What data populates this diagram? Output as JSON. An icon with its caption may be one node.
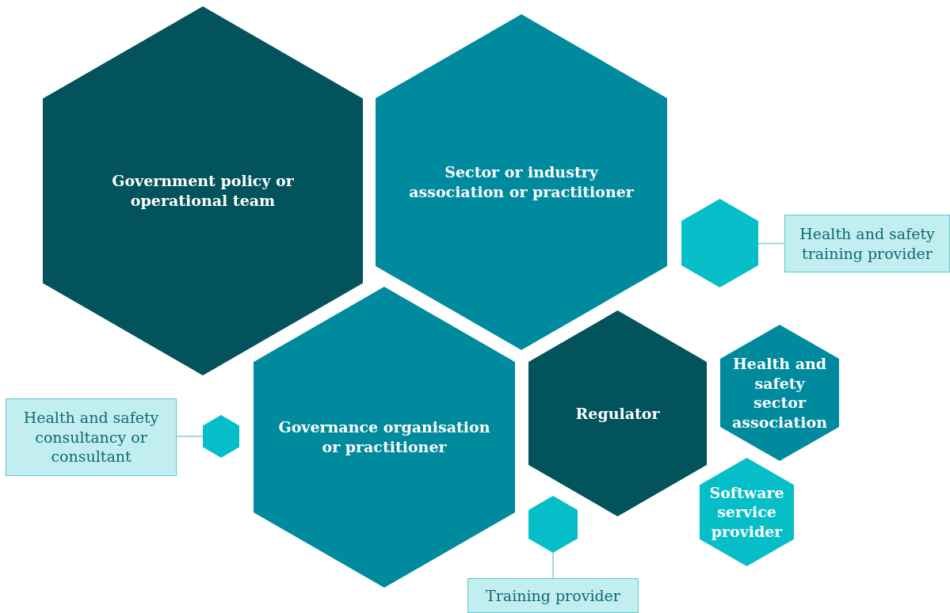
{
  "diagram": {
    "nodes": [
      {
        "text": [
          "Government policy or operational team"
        ]
      },
      {
        "text": [
          "Sector or industry association or practitioner"
        ]
      },
      {
        "text": [],
        "shape": "hexagon"
      },
      {
        "text": [
          "Health and safety training provider"
        ]
      },
      {
        "text": [
          "Health and safety consultancy or consultant"
        ]
      },
      {
        "text": [],
        "shape": "hexagon"
      },
      {
        "text": [
          "Governance organisation or practitioner"
        ]
      },
      {
        "text": [
          "Regulator"
        ]
      },
      {
        "text": [
          "Health and safety sector association"
        ]
      },
      {
        "text": [
          "Software service provider"
        ]
      },
      {
        "text": [],
        "shape": "hexagon"
      },
      {
        "text": [
          "Training provider"
        ]
      }
    ],
    "edges": [
      {
        "from": 2,
        "to": 3,
        "arrow": "none"
      },
      {
        "from": 4,
        "to": 5,
        "arrow": "none"
      },
      {
        "from": 10,
        "to": 11,
        "arrow": "none"
      }
    ]
  }
}
